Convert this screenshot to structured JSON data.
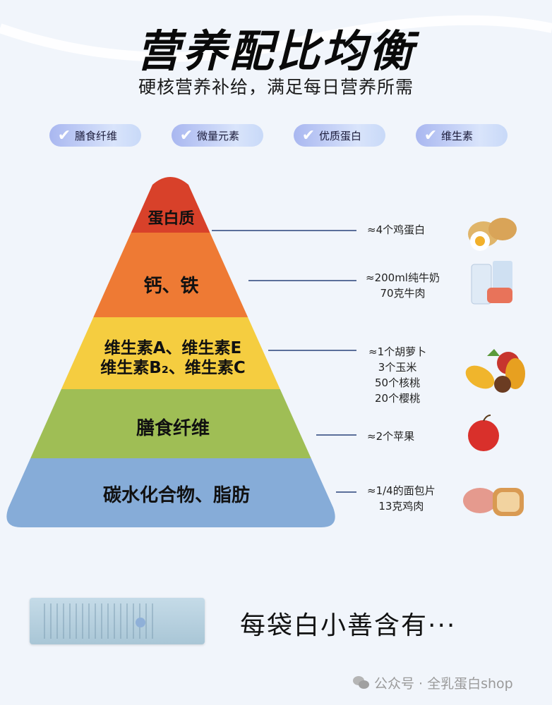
{
  "title": "营养配比均衡",
  "subtitle": "硬核营养补给，满足每日营养所需",
  "tags": [
    "膳食纤维",
    "微量元素",
    "优质蛋白",
    "维生素"
  ],
  "pyramid": [
    {
      "label": "蛋白质",
      "color": "#d8412a",
      "note": [
        "≈4个鸡蛋白"
      ]
    },
    {
      "label": "钙、铁",
      "color": "#ee7a34",
      "note": [
        "≈200ml纯牛奶",
        "70克牛肉"
      ]
    },
    {
      "label1": "维生素A、维生素E",
      "label2": "维生素B₂、维生素C",
      "color": "#f5cd40",
      "note": [
        "≈1个胡萝卜",
        "3个玉米",
        "50个核桃",
        "20个樱桃"
      ]
    },
    {
      "label": "膳食纤维",
      "color": "#9fbe55",
      "note": [
        "≈2个苹果"
      ]
    },
    {
      "label": "碳水化合物、脂肪",
      "color": "#86acd8",
      "note": [
        "≈1/4的面包片",
        "13克鸡肉"
      ]
    }
  ],
  "product": {
    "text": "每袋白小善含有···"
  },
  "footer": "公众号 · 全乳蛋白shop"
}
